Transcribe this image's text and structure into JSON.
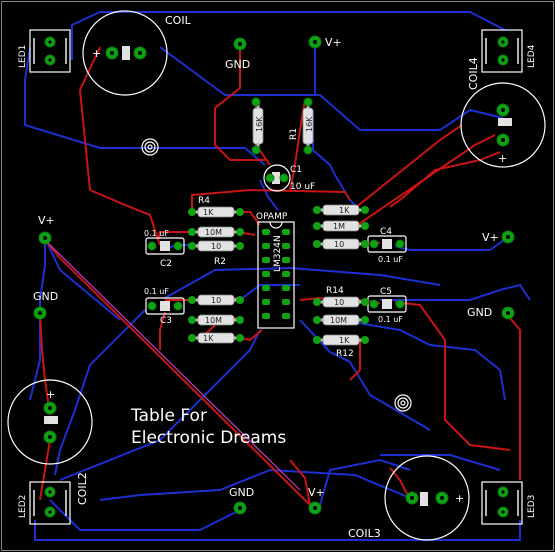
{
  "colors": {
    "background": "#000000",
    "top_trace": "#c81414",
    "bottom_trace": "#1e2fd0",
    "silkscreen": "#ffffff",
    "pad": "#0fa314",
    "component_body": "#e0e0e0"
  },
  "labels": {
    "coil1": "COIL",
    "coil2": "COIL2",
    "coil3": "COIL3",
    "coil4": "COIL4",
    "led1": "LED1",
    "led2": "LED2",
    "led3": "LED3",
    "led4": "LED4",
    "gnd_top": "GND",
    "vplus_top": "V+",
    "vplus_left": "V+",
    "gnd_left": "GND",
    "vplus_right": "V+",
    "gnd_right": "GND",
    "gnd_bottom": "GND",
    "vplus_bottom": "V+",
    "c1": "C1",
    "c1_value": "10 uF",
    "c2": "C2",
    "c2_value": "0.1 uF",
    "c3": "C3",
    "c3_value": "0.1 uF",
    "c4": "C4",
    "c4_value": "0.1 uF",
    "c5": "C5",
    "c5_value": "0.1 uF",
    "r1": "R1",
    "r2": "R2",
    "r4": "R4",
    "r12": "R12",
    "r14": "R14",
    "opamp": "OPAMP",
    "opamp_part": "LM324N",
    "res_16k": "16K",
    "res_1k": "1K",
    "res_10m": "10M",
    "res_1m": "1M",
    "res_10": "10",
    "plus": "+",
    "title_line1": "Table For",
    "title_line2": "Electronic Dreams"
  }
}
